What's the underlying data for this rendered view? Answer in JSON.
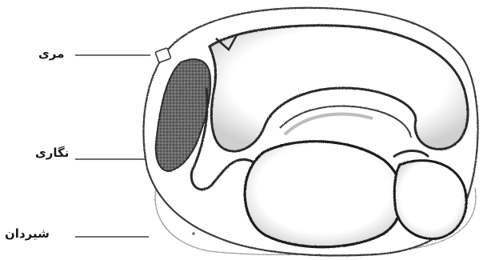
{
  "labels": {
    "esophagus": "مری",
    "crop": "نگاری",
    "gizzard": "شیردان"
  }
}
